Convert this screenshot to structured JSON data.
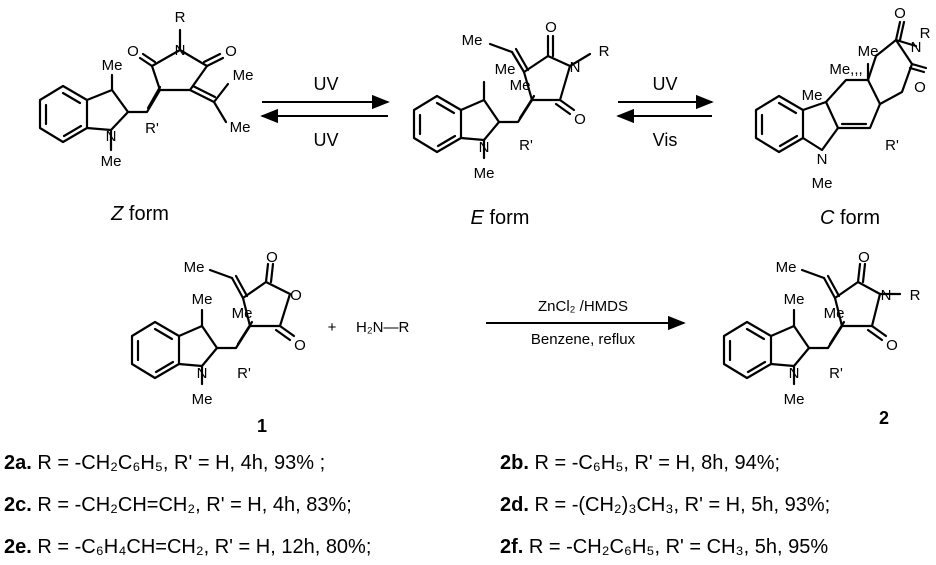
{
  "schemes": {
    "top": {
      "forms": [
        {
          "letter": "Z",
          "word": "form"
        },
        {
          "letter": "E",
          "word": "form"
        },
        {
          "letter": "C",
          "word": "form"
        }
      ],
      "arrows": [
        {
          "forward": "UV",
          "backward": "UV"
        },
        {
          "forward": "UV",
          "backward": "Vis"
        }
      ]
    },
    "synthesis": {
      "reagent": "H₂N—R",
      "plus": "+",
      "catalyst": "ZnCl₂ /HMDS",
      "solvent": "Benzene, reflux",
      "start_label": "1",
      "product_label": "2"
    }
  },
  "atoms": {
    "me": "Me",
    "n": "N",
    "o": "O",
    "r": "R",
    "rp": "R'",
    "mei": "Me,,,"
  },
  "products": [
    {
      "id": "2a.",
      "text": "R = -CH₂C₆H₅, R' = H, 4h, 93% ;"
    },
    {
      "id": "2b.",
      "text": "R = -C₆H₅, R' = H, 8h, 94%;"
    },
    {
      "id": "2c.",
      "text": "R = -CH₂CH=CH₂, R' = H, 4h, 83%;"
    },
    {
      "id": "2d.",
      "text": "R = -(CH₂)₃CH₃, R' = H, 5h, 93%;"
    },
    {
      "id": "2e.",
      "text": "R = -C₆H₄CH=CH₂, R' = H, 12h, 80%;"
    },
    {
      "id": "2f.",
      "text": "R = -CH₂C₆H₅, R' = CH₃, 5h, 95%"
    }
  ]
}
